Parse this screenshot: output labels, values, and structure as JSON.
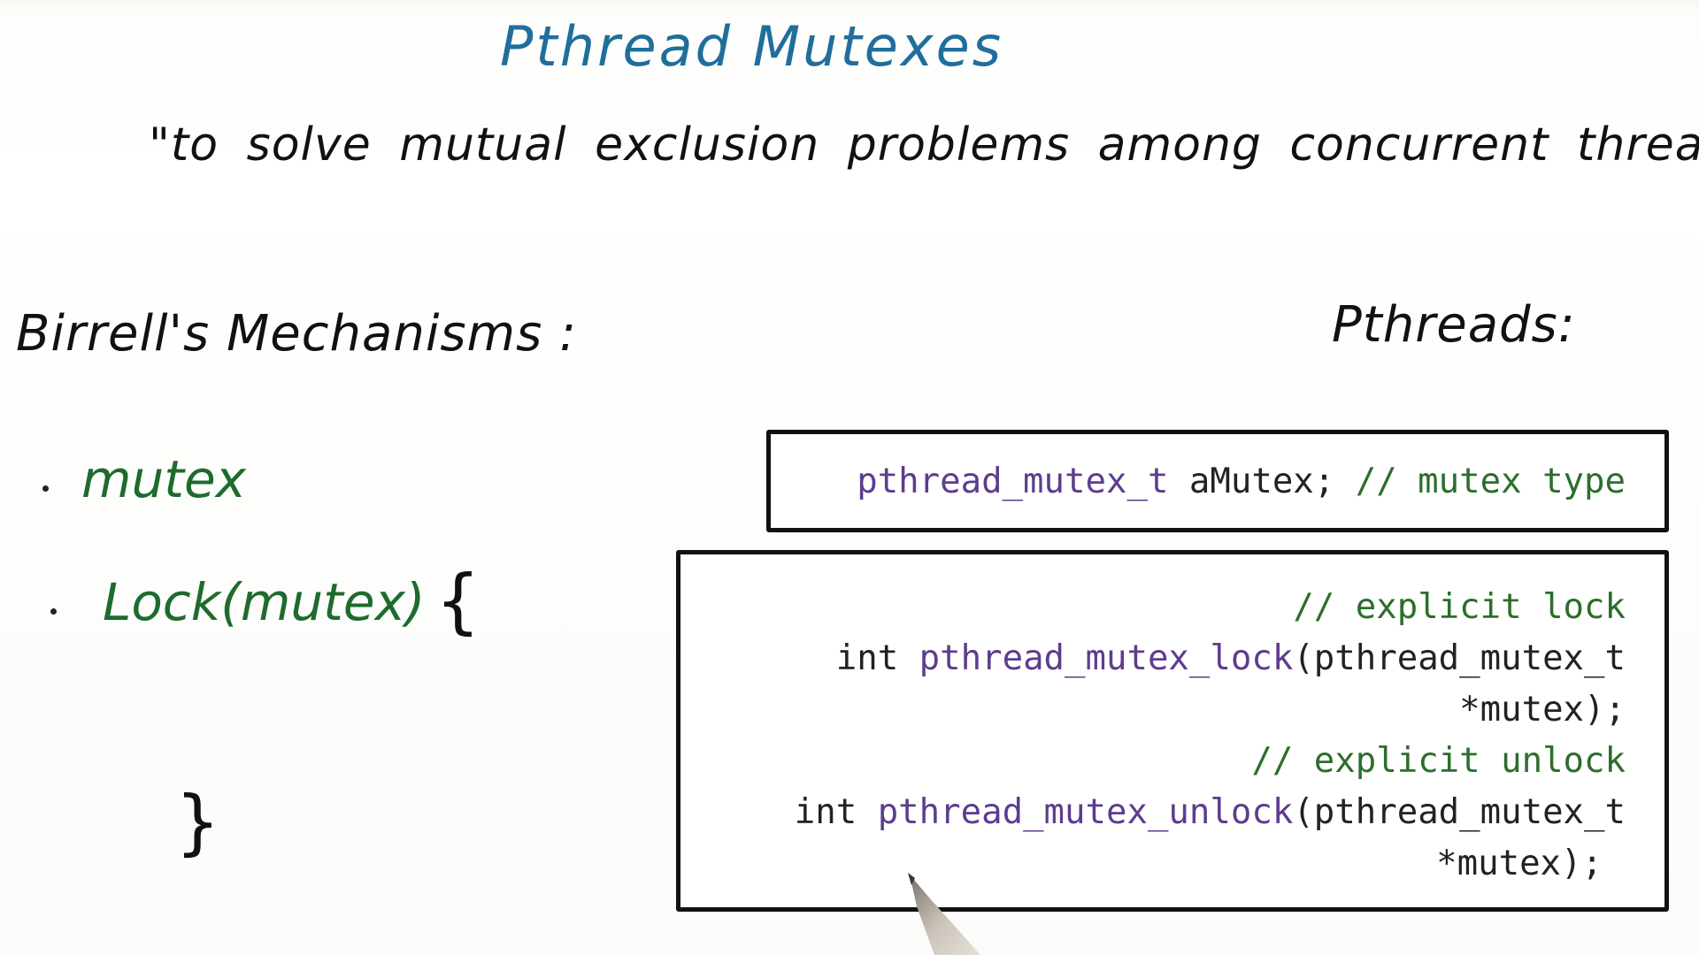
{
  "title": "Pthread Mutexes",
  "quote": "\"to solve mutual exclusion problems among concurrent threads\"",
  "left_heading": "Birrell's Mechanisms :",
  "right_heading": "Pthreads:",
  "mechanisms": {
    "item1": "mutex",
    "item2": "Lock(mutex)",
    "brace_open": "{",
    "brace_close": "}"
  },
  "box1": {
    "type": "pthread_mutex_t",
    "var": " aMutex;",
    "comment": " // mutex type"
  },
  "box2": {
    "comment_lock": "// explicit lock",
    "lock_int": "int ",
    "lock_fn": "pthread_mutex_lock",
    "lock_args": "(pthread_mutex_t",
    "lock_args2": "*mutex);",
    "comment_unlock": "// explicit unlock",
    "unlock_int": "int ",
    "unlock_fn": "pthread_mutex_unlock",
    "unlock_args": "(pthread_mutex_t",
    "unlock_args2": "*mutex);"
  },
  "colors": {
    "title": "#1f6e9c",
    "handwriting_green": "#1e6b2e",
    "code_purple": "#5e3c8e",
    "code_green": "#2c6e2c"
  }
}
